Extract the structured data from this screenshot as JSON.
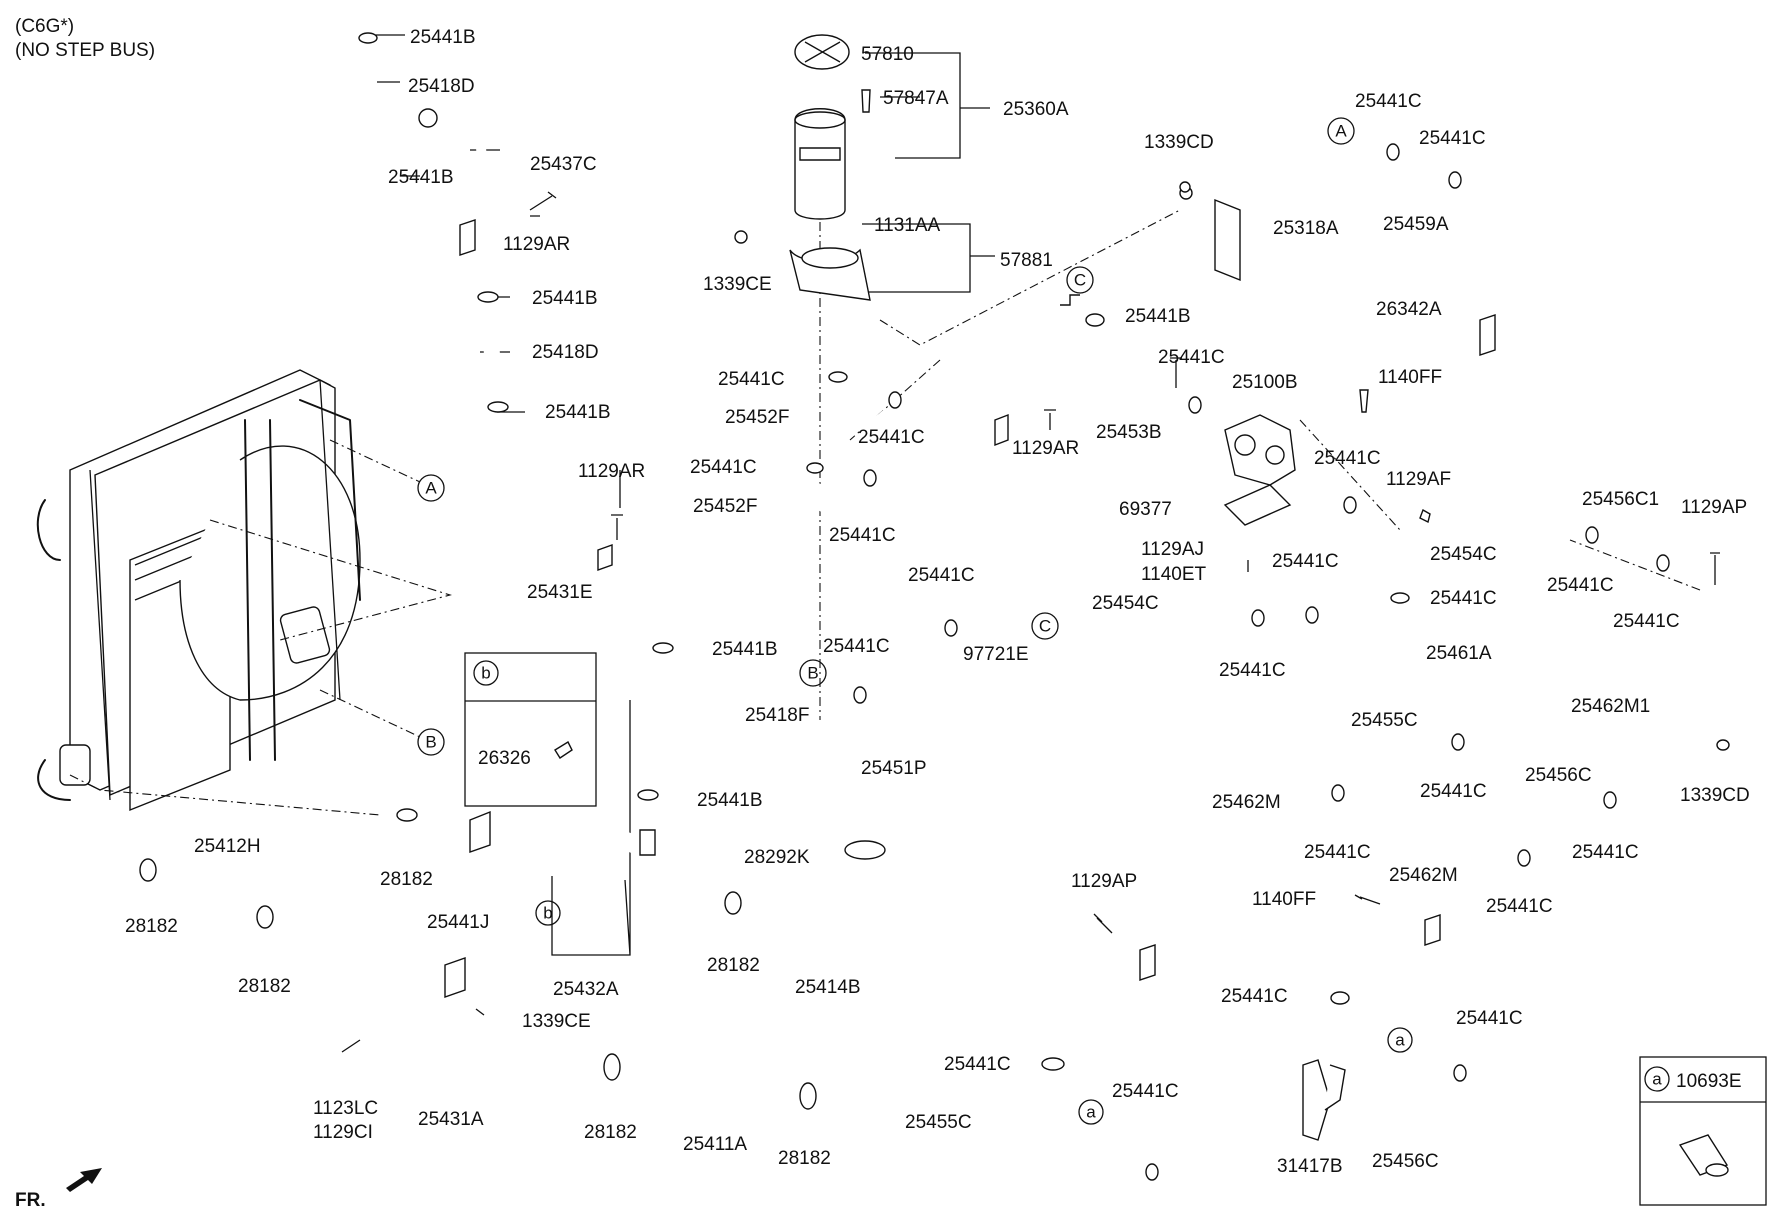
{
  "header": {
    "line1": "(C6G*)",
    "line2": "(NO STEP BUS)"
  },
  "front_indicator": "FR.",
  "circle_markers": {
    "a": "a",
    "b": "b",
    "A": "A",
    "B": "B",
    "C": "C"
  },
  "part_labels": {
    "p_25441B_1": "25441B",
    "p_25418D_1": "25418D",
    "p_25441B_2": "25441B",
    "p_25437C": "25437C",
    "p_1129AR_1": "1129AR",
    "p_25441B_3": "25441B",
    "p_25418D_2": "25418D",
    "p_25441B_4": "25441B",
    "p_1129AR_2": "1129AR",
    "p_25431E": "25431E",
    "p_25441B_5": "25441B",
    "p_25418F": "25418F",
    "p_25441B_6": "25441B",
    "p_28292K": "28292K",
    "p_28182_1": "28182",
    "p_25432A": "25432A",
    "p_28182_2": "28182",
    "p_25414B": "25414B",
    "p_25412H": "25412H",
    "p_28182_3": "28182",
    "p_28182_4": "28182",
    "p_25441J": "25441J",
    "p_1339CE_1": "1339CE",
    "p_1123LC": "1123LC",
    "p_1129CI": "1129CI",
    "p_25431A": "25431A",
    "p_28182_5": "28182",
    "p_25411A": "25411A",
    "p_28182_6": "28182",
    "p_57810": "57810",
    "p_57847A": "57847A",
    "p_25360A": "25360A",
    "p_1131AA": "1131AA",
    "p_57881": "57881",
    "p_1339CE_2": "1339CE",
    "p_25441C_1": "25441C",
    "p_25452F_1": "25452F",
    "p_25441C_2": "25441C",
    "p_1129AR_3": "1129AR",
    "p_25441C_3": "25441C",
    "p_25452F_2": "25452F",
    "p_25441C_4": "25441C",
    "p_25441C_5": "25441C",
    "p_25441C_6": "25441C",
    "p_97721E": "97721E",
    "p_25451P": "25451P",
    "p_1339CD_1": "1339CD",
    "p_25318A": "25318A",
    "p_25441B_7": "25441B",
    "p_25441C_7": "25441C",
    "p_25100B": "25100B",
    "p_25453B": "25453B",
    "p_1140FF_1": "1140FF",
    "p_25441C_8": "25441C",
    "p_1129AF": "1129AF",
    "p_69377": "69377",
    "p_1129AJ": "1129AJ",
    "p_1140ET": "1140ET",
    "p_25441C_9": "25441C",
    "p_25454C_1": "25454C",
    "p_25441C_10": "25441C",
    "p_25454C_2": "25454C",
    "p_25441C_11": "25441C",
    "p_25461A": "25461A",
    "p_25441C_12": "25441C",
    "p_25441C_13": "25441C",
    "p_25459A": "25459A",
    "p_26342A": "26342A",
    "p_25456C1": "25456C1",
    "p_1129AP_1": "1129AP",
    "p_25441C_14": "25441C",
    "p_25441C_15": "25441C",
    "p_25462M1": "25462M1",
    "p_1339CD_2": "1339CD",
    "p_25455C_1": "25455C",
    "p_25441C_16": "25441C",
    "p_25462M_1": "25462M",
    "p_25441C_17": "25441C",
    "p_25456C_1": "25456C",
    "p_25441C_18": "25441C",
    "p_1129AP_2": "1129AP",
    "p_25462M_2": "25462M",
    "p_1140FF_2": "1140FF",
    "p_25441C_19": "25441C",
    "p_25441C_20": "25441C",
    "p_25441C_21": "25441C",
    "p_25441C_22": "25441C",
    "p_25455C_2": "25455C",
    "p_25441C_23": "25441C",
    "p_31417B": "31417B",
    "p_25456C_2": "25456C",
    "p_26326": "26326",
    "p_10693E": "10693E"
  }
}
